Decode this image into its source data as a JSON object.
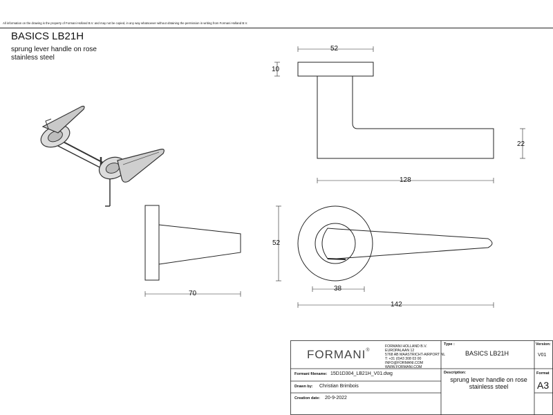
{
  "disclaimer": "All information on the drawing is the property of Formani Holland B.V. and may not be copied, in any way whatsoever without obtaining the permission in writing from Formani Holland B.V.",
  "title": "BASICS LB21H",
  "subtitle_lines": [
    "sprung lever handle on rose",
    "stainless steel"
  ],
  "dimensions": {
    "top_view_width": "52",
    "top_view_rose_thickness": "10",
    "top_view_lever_length": "128",
    "top_view_lever_height": "22",
    "side_view_projection": "70",
    "front_view_rose_diameter": "52",
    "front_view_inner": "38",
    "front_view_length": "142"
  },
  "title_block": {
    "brand": "FORMANI",
    "brand_mark": "®",
    "company_lines": [
      "FORMANI HOLLAND B.V.",
      "EUROPALAAN 12",
      "5768 AB MAASTRICHT-AIRPORT NL",
      "T: +31 (0)43 308 03 00",
      "INFO@FORMANI.COM",
      "WWW.FORMANI.COM"
    ],
    "type_label": "Type :",
    "type_value": "BASICS LB21H",
    "version_label": "Version:",
    "version_value": "V01",
    "filename_label": "Formani filename:",
    "filename_value": "15D1D304_LB21H_V01.dwg",
    "description_label": "Description:",
    "description_lines": [
      "sprung lever handle on rose",
      "stainless steel"
    ],
    "drawn_label": "Drawn by:",
    "drawn_value": "Christian Brimbois",
    "format_label": "Format",
    "format_value": "A3",
    "date_label": "Creation date:",
    "date_value": "20-9-2022"
  }
}
